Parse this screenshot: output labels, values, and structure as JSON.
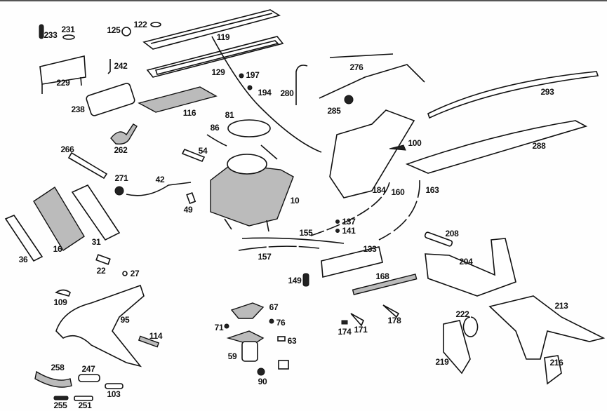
{
  "diagram": {
    "type": "exploded parts diagram",
    "labels": [
      "233",
      "231",
      "125",
      "122",
      "119",
      "242",
      "229",
      "129",
      "197",
      "276",
      "194",
      "280",
      "238",
      "116",
      "285",
      "293",
      "81",
      "86",
      "262",
      "100",
      "288",
      "266",
      "54",
      "42",
      "271",
      "184",
      "160",
      "163",
      "10",
      "49",
      "137",
      "141",
      "155",
      "208",
      "16",
      "31",
      "36",
      "133",
      "157",
      "204",
      "22",
      "27",
      "149",
      "168",
      "109",
      "95",
      "67",
      "213",
      "222",
      "76",
      "71",
      "174",
      "171",
      "178",
      "114",
      "63",
      "59",
      "219",
      "258",
      "247",
      "216",
      "90",
      "103",
      "255",
      "251"
    ]
  }
}
